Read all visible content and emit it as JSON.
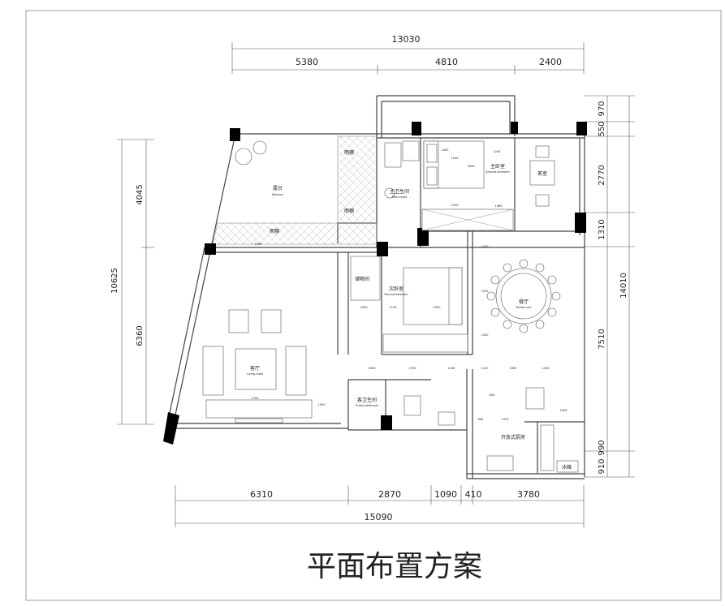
{
  "title": "平面布置方案",
  "dimensions": {
    "top_overall": "13030",
    "top_segments": [
      "5380",
      "4810",
      "2400"
    ],
    "bottom_overall": "15090",
    "bottom_segments": [
      "6310",
      "2870",
      "1090",
      "410",
      "3780"
    ],
    "left_overall": "10625",
    "left_segments": [
      "4045",
      "6360"
    ],
    "right_overall": "14010",
    "right_segments": [
      "970",
      "550",
      "2770",
      "1310",
      "7510",
      "990",
      "910"
    ]
  },
  "rooms": {
    "balcony": {
      "zh": "露台",
      "en": "Balcony"
    },
    "flower_box_1": "雨棚",
    "flower_box_2": "雨棚",
    "flower_box_3": "雨棚",
    "main_toilet": {
      "zh": "主卫生间",
      "en": "Main toilet"
    },
    "master_bedroom": {
      "zh": "主卧室",
      "en": "Second bedroom"
    },
    "tea_room": "茶室",
    "storage": "储物间",
    "second_bedroom": {
      "zh": "次卧室",
      "en": "Second bedroom"
    },
    "restaurant": {
      "zh": "餐厅",
      "en": "Restaurant"
    },
    "living_room": {
      "zh": "客厅",
      "en": "Living room"
    },
    "guest_toilet": {
      "zh": "客卫生间",
      "en": "Guest bathroom"
    },
    "kitchen": "开放式厨房",
    "fridge": "冰箱"
  },
  "inner_dims": [
    "2400",
    "1200",
    "1240",
    "3000",
    "1060",
    "2330",
    "1200",
    "1200",
    "1200",
    "1150",
    "2000",
    "1050",
    "1620",
    "1350",
    "1160",
    "1120",
    "1060",
    "1500",
    "1300",
    "2700",
    "1500",
    "1300",
    "800",
    "1470",
    "600"
  ]
}
